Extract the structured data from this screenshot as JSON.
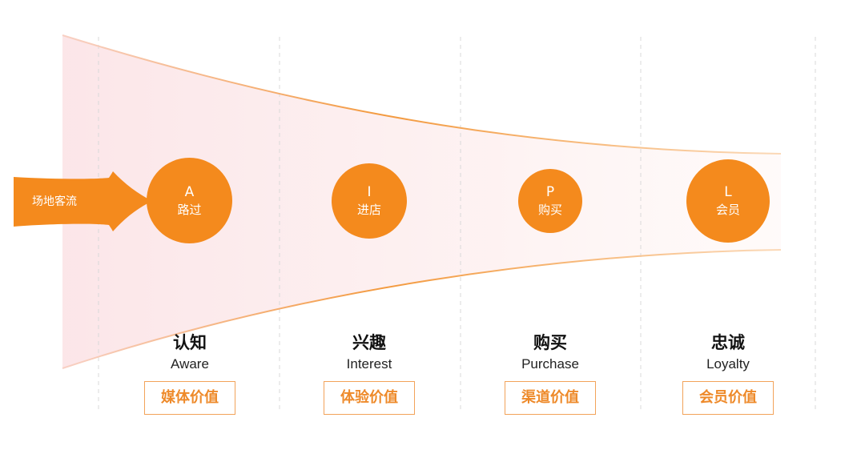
{
  "diagram": {
    "colors": {
      "accent": "#f48a1d",
      "funnel_fill": "#fdecec",
      "box_border": "#f2a35a",
      "box_text": "#ee8a2a",
      "divider": "#d9d9d9"
    },
    "entry_arrow": {
      "label": "场地客流"
    },
    "stages": [
      {
        "letter": "A",
        "circle_label": "路过",
        "title": "认知",
        "subtitle": "Aware",
        "value": "媒体价值"
      },
      {
        "letter": "I",
        "circle_label": "进店",
        "title": "兴趣",
        "subtitle": "Interest",
        "value": "体验价值"
      },
      {
        "letter": "P",
        "circle_label": "购买",
        "title": "购买",
        "subtitle": "Purchase",
        "value": "渠道价值"
      },
      {
        "letter": "L",
        "circle_label": "会员",
        "title": "忠诚",
        "subtitle": "Loyalty",
        "value": "会员价值"
      }
    ]
  }
}
